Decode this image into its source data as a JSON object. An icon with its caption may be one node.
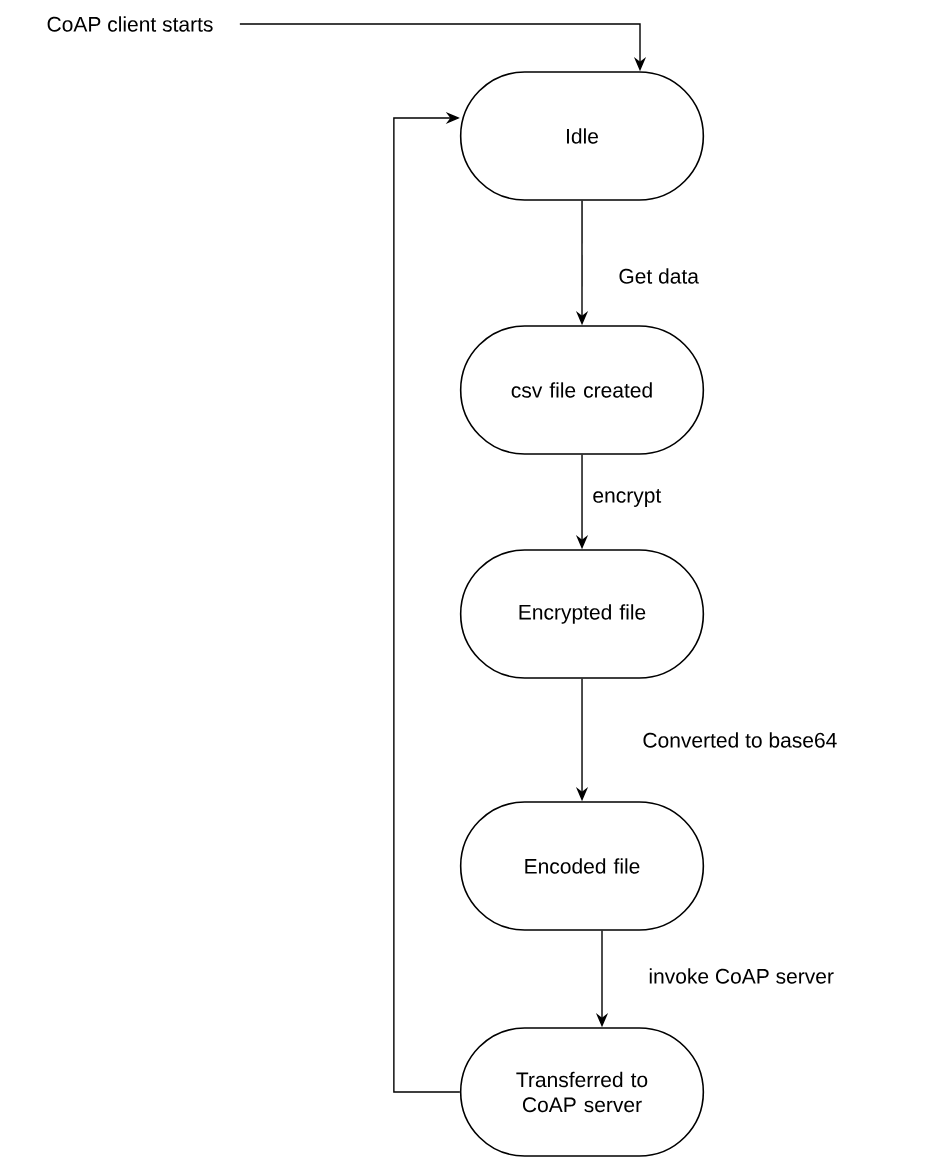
{
  "diagram": {
    "nodes": [
      {
        "text": [
          "CoAP client starts"
        ]
      },
      {
        "text": [
          "Idle"
        ]
      },
      {
        "text": [
          "csv file created"
        ]
      },
      {
        "text": [
          "Encrypted file"
        ]
      },
      {
        "text": [
          "Encoded file"
        ]
      },
      {
        "text": [
          "Transferred to CoAP server"
        ]
      }
    ],
    "edges": [
      {
        "from": 0,
        "to": 1,
        "arrow": "to"
      },
      {
        "from": 1,
        "to": 2,
        "arrow": "to",
        "label": "Get data"
      },
      {
        "from": 2,
        "to": 3,
        "arrow": "to",
        "label": "encrypt"
      },
      {
        "from": 3,
        "to": 4,
        "arrow": "to",
        "label": "Converted to base64"
      },
      {
        "from": 4,
        "to": 5,
        "arrow": "to",
        "label": "invoke CoAP server"
      },
      {
        "from": 5,
        "to": 1,
        "arrow": "to"
      }
    ]
  }
}
